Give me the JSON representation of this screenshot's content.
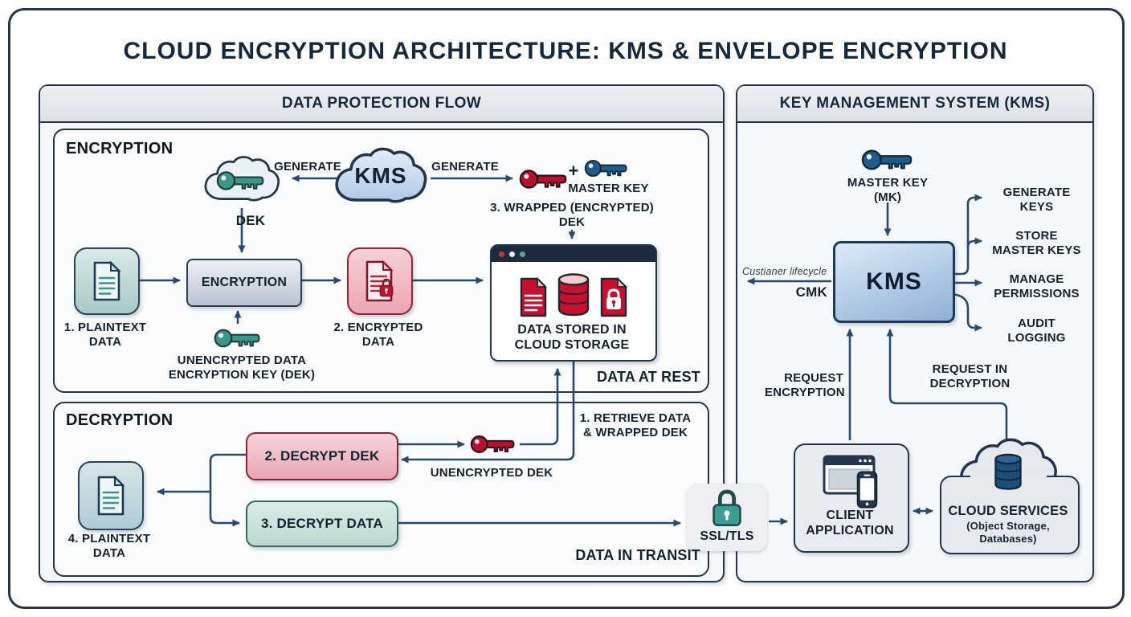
{
  "title": "CLOUD ENCRYPTION ARCHITECTURE: KMS & ENVELOPE ENCRYPTION",
  "panels": {
    "flow": {
      "header": "DATA PROTECTION FLOW"
    },
    "kms": {
      "header": "KEY MANAGEMENT SYSTEM (KMS)"
    }
  },
  "encryption": {
    "label": "ENCRYPTION",
    "generate_left": "GENERATE",
    "generate_right": "GENERATE",
    "kms_cloud": "KMS",
    "dek": "DEK",
    "plus": "+",
    "master_key": "MASTER KEY",
    "wrapped_1": "3. WRAPPED (ENCRYPTED)",
    "wrapped_2": "DEK",
    "plaintext_1": "1. PLAINTEXT",
    "plaintext_2": "DATA",
    "encryption_box": "ENCRYPTION",
    "encrypted_1": "2. ENCRYPTED",
    "encrypted_2": "DATA",
    "dek_key_1": "UNENCRYPTED DATA",
    "dek_key_2": "ENCRYPTION KEY (DEK)",
    "storage_1": "DATA STORED IN",
    "storage_2": "CLOUD STORAGE",
    "data_at_rest": "DATA AT REST"
  },
  "decryption": {
    "label": "DECRYPTION",
    "retrieve_1": "1. RETRIEVE DATA",
    "retrieve_2": "& WRAPPED DEK",
    "decrypt_dek": "2. DECRYPT DEK",
    "unencrypted_dek": "UNENCRYPTED DEK",
    "decrypt_data": "3. DECRYPT DATA",
    "plaintext_1": "4. PLAINTEXT",
    "plaintext_2": "DATA",
    "data_in_transit": "DATA IN TRANSIT",
    "ssl": "SSL/TLS"
  },
  "kms_panel": {
    "master_key_1": "MASTER KEY",
    "master_key_2": "(MK)",
    "kms_box": "KMS",
    "lifecycle": "Custianer lifecycle",
    "cmk": "CMK",
    "functions": [
      [
        "GENERATE",
        "KEYS"
      ],
      [
        "STORE",
        "MASTER KEYS"
      ],
      [
        "MANAGE",
        "PERMISSIONS"
      ],
      [
        "AUDIT",
        "LOGGING"
      ]
    ],
    "request_enc_1": "REQUEST",
    "request_enc_2": "ENCRYPTION",
    "request_dec_1": "REQUEST IN",
    "request_dec_2": "DECRYPTION",
    "client_1": "CLIENT",
    "client_2": "APPLICATION",
    "cloud_1": "CLOUD SERVICES",
    "cloud_2": "(Object Storage,",
    "cloud_3": "Databases)"
  },
  "colors": {
    "navy_border": "#25344a",
    "arrow": "#2b4a6b",
    "text_dark": "#14212f",
    "red": "#c8102e",
    "red_key": "#b5122e",
    "maroon_border": "#7e2436",
    "teal_key": "#3d968b",
    "teal_border": "#35695f",
    "blue_key": "#1f5c8b",
    "kms_box_fill": "#a9c4e2",
    "storage_titlebar": "#1c2b3d",
    "gray_box_fill": "#e8ebef"
  }
}
